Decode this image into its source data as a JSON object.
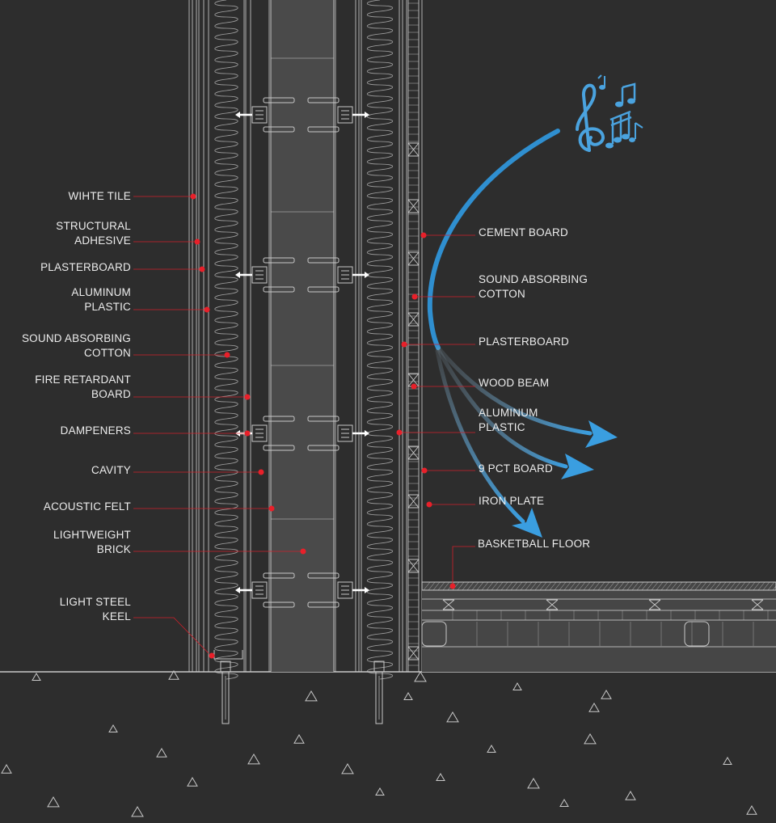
{
  "diagram": {
    "left_labels": [
      {
        "id": "white-tile",
        "text": "WIHTE TILE"
      },
      {
        "id": "structural-adhesive",
        "text": "STRUCTURAL\nADHESIVE"
      },
      {
        "id": "plasterboard-left",
        "text": "PLASTERBOARD"
      },
      {
        "id": "aluminum-plastic-left",
        "text": "ALUMINUM\nPLASTIC"
      },
      {
        "id": "sound-absorbing-cotton-left",
        "text": "SOUND ABSORBING\nCOTTON"
      },
      {
        "id": "fire-retardant-board",
        "text": "FIRE RETARDANT\nBOARD"
      },
      {
        "id": "dampeners",
        "text": "DAMPENERS"
      },
      {
        "id": "cavity",
        "text": "CAVITY"
      },
      {
        "id": "acoustic-felt",
        "text": "ACOUSTIC FELT"
      },
      {
        "id": "lightweight-brick",
        "text": "LIGHTWEIGHT\nBRICK"
      },
      {
        "id": "light-steel-keel",
        "text": "LIGHT STEEL\nKEEL"
      }
    ],
    "right_labels": [
      {
        "id": "cement-board",
        "text": "CEMENT BOARD"
      },
      {
        "id": "sound-absorbing-cotton-right",
        "text": "SOUND ABSORBING\nCOTTON"
      },
      {
        "id": "plasterboard-right",
        "text": "PLASTERBOARD"
      },
      {
        "id": "wood-beam",
        "text": "WOOD BEAM"
      },
      {
        "id": "aluminum-plastic-right",
        "text": "ALUMINUM\nPLASTIC"
      },
      {
        "id": "9-pct-board",
        "text": "9 PCT BOARD"
      },
      {
        "id": "iron-plate",
        "text": "IRON PLATE"
      },
      {
        "id": "basketball-floor",
        "text": "BASKETBALL FLOOR"
      }
    ],
    "icons": [
      "music-notes-icon",
      "sound-wave-arrows-icon"
    ],
    "colors": {
      "background": "#2d2d2d",
      "line": "#c8c8c8",
      "leader": "#d0202a",
      "dot": "#e8202a",
      "sound": "#2f8fd0",
      "text": "#ececec"
    }
  }
}
